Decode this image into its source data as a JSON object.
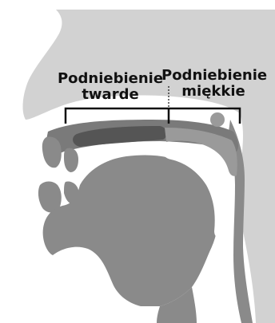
{
  "labels": {
    "hard_palate": {
      "line1": "Podniebienie",
      "line2": "twarde"
    },
    "soft_palate": {
      "line1": "Podniebienie",
      "line2": "miękkie"
    }
  }
}
